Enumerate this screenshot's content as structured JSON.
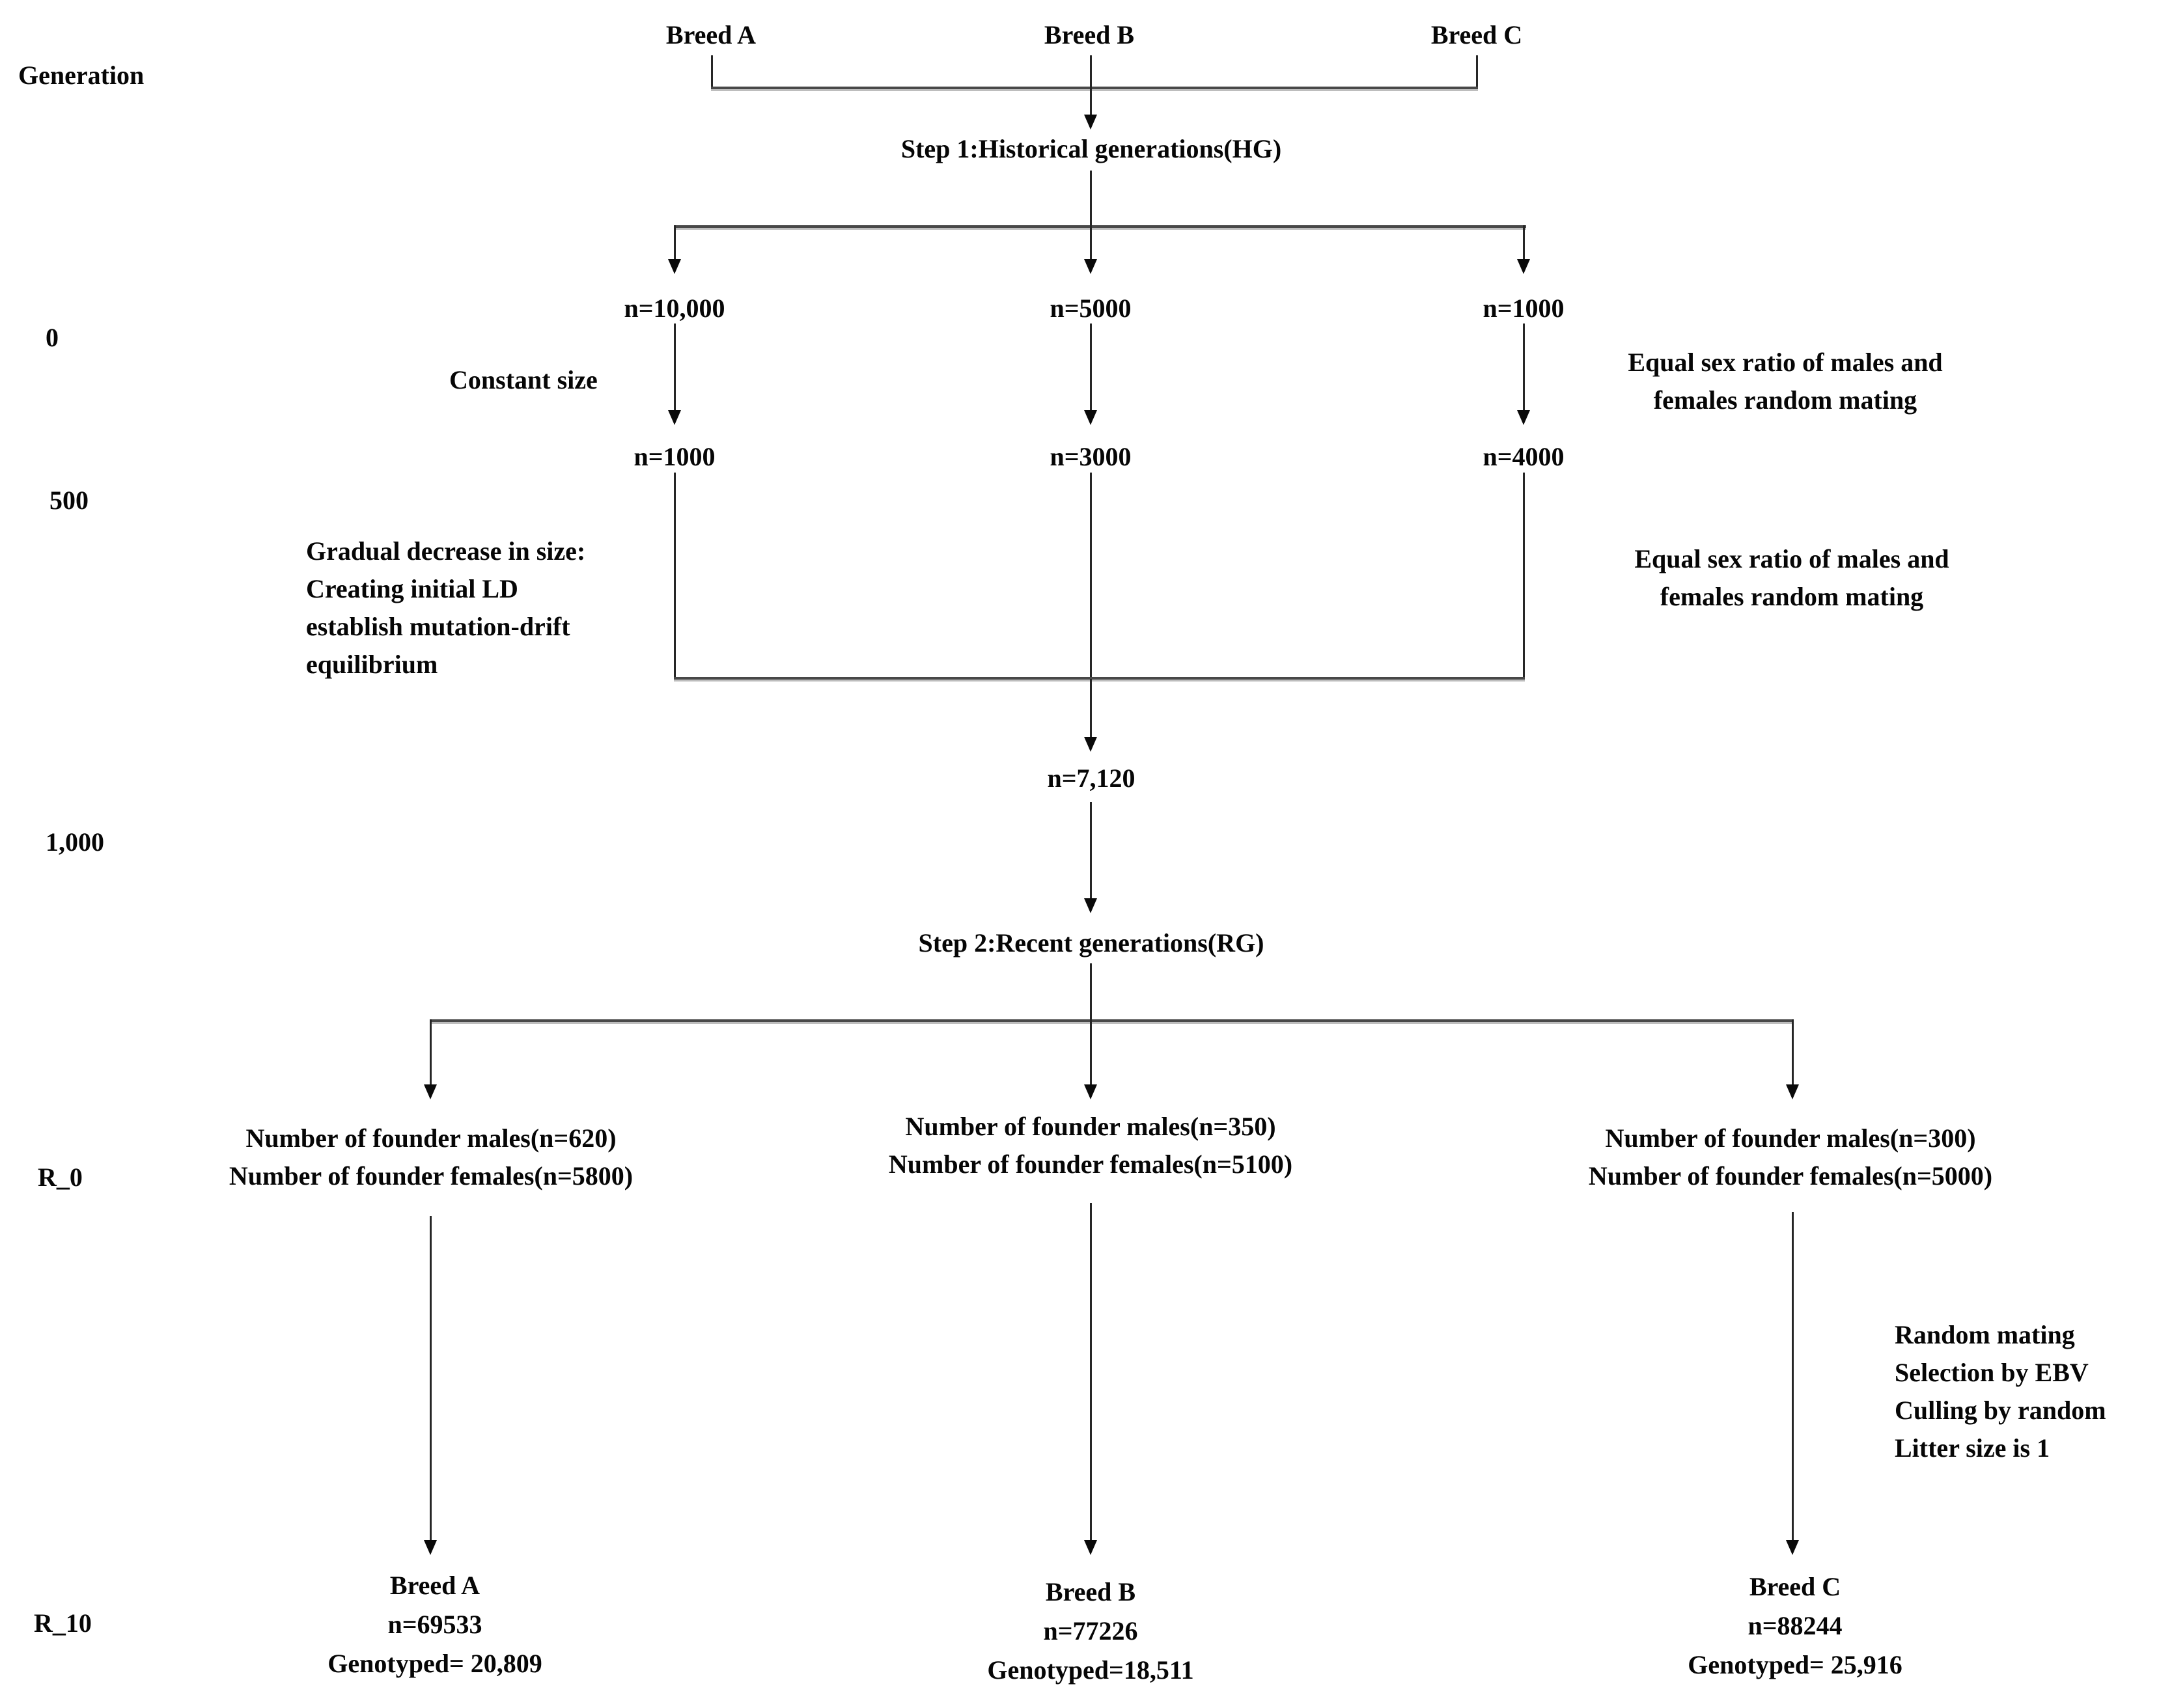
{
  "diagram": {
    "axis": {
      "title": "Generation",
      "tick_0": "0",
      "tick_500": "500",
      "tick_1000": "1,000",
      "tick_r0": "R_0",
      "tick_r10": "R_10"
    },
    "breeds_top": [
      "Breed A",
      "Breed B",
      "Breed C"
    ],
    "step1_label": "Step 1:Historical generations(HG)",
    "row1": [
      "n=10,000",
      "n=5000",
      "n=1000"
    ],
    "row2": [
      "n=1000",
      "n=3000",
      "n=4000"
    ],
    "constant_size": "Constant size",
    "equal_sex_1": [
      "Equal sex ratio of males and",
      "females random mating"
    ],
    "gradual": [
      "Gradual decrease in size:",
      "Creating initial LD",
      "establish mutation-drift",
      "equilibrium"
    ],
    "equal_sex_2": [
      "Equal sex ratio of males and",
      "females random mating"
    ],
    "merge_n": "n=7,120",
    "step2_label": "Step 2:Recent generations(RG)",
    "founders": [
      {
        "males": "Number of founder males(n=620)",
        "females": "Number of founder females(n=5800)"
      },
      {
        "males": "Number of founder males(n=350)",
        "females": "Number of founder females(n=5100)"
      },
      {
        "males": "Number of founder males(n=300)",
        "females": "Number of founder females(n=5000)"
      }
    ],
    "mating_rules": [
      "Random mating",
      "Selection by EBV",
      "Culling by random",
      "Litter size is 1"
    ],
    "final": [
      {
        "breed": "Breed A",
        "n": "n=69533",
        "genotyped": "Genotyped= 20,809"
      },
      {
        "breed": "Breed B",
        "n": "n=77226",
        "genotyped": "Genotyped=18,511"
      },
      {
        "breed": "Breed C",
        "n": "n=88244",
        "genotyped": "Genotyped= 25,916"
      }
    ],
    "colors": {
      "line": "#484848",
      "arrow": "#0a0a0a",
      "text": "#060606",
      "background": "#ffffff"
    }
  }
}
